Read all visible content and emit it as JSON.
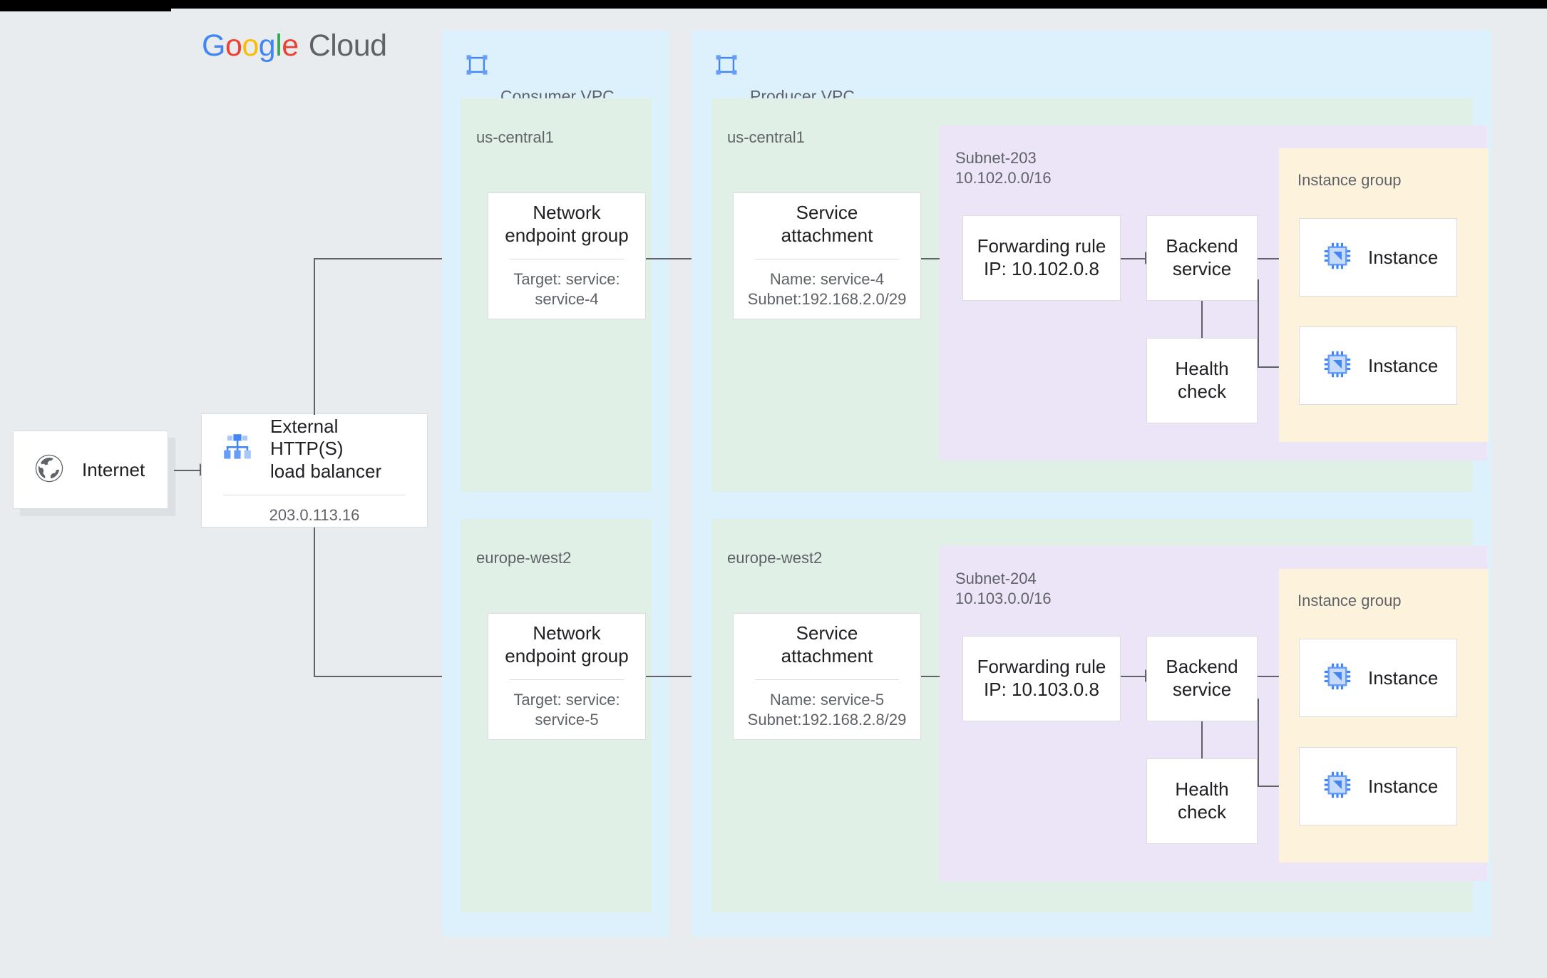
{
  "brand": {
    "g1": "G",
    "o1": "o",
    "o2": "o",
    "g2": "g",
    "l": "l",
    "e": "e",
    "cloud": "Cloud"
  },
  "internet": {
    "label": "Internet",
    "icon": "globe-icon"
  },
  "load_balancer": {
    "title_line1": "External HTTP(S)",
    "title_line2": "load balancer",
    "ip": "203.0.113.16",
    "icon": "load-balancer-icon"
  },
  "consumer_vpc": {
    "title": "Consumer VPC",
    "icon": "vpc-icon",
    "regions": [
      {
        "label": "us-central1",
        "neg": {
          "title_line1": "Network",
          "title_line2": "endpoint group",
          "sub_line1": "Target: service:",
          "sub_line2": "service-4"
        }
      },
      {
        "label": "europe-west2",
        "neg": {
          "title_line1": "Network",
          "title_line2": "endpoint group",
          "sub_line1": "Target: service:",
          "sub_line2": "service-5"
        }
      }
    ]
  },
  "producer_vpc": {
    "title": "Producer VPC",
    "icon": "vpc-icon",
    "regions": [
      {
        "label": "us-central1",
        "service_attachment": {
          "title_line1": "Service",
          "title_line2": "attachment",
          "sub_line1": "Name: service-4",
          "sub_line2": "Subnet:192.168.2.0/29"
        },
        "subnet": {
          "name": "Subnet-203",
          "cidr": "10.102.0.0/16",
          "forwarding_rule": {
            "line1": "Forwarding rule",
            "line2": "IP: 10.102.0.8"
          },
          "backend_service": {
            "line1": "Backend",
            "line2": "service"
          },
          "health_check": {
            "line1": "Health",
            "line2": "check"
          },
          "instance_group": {
            "label": "Instance group",
            "instances": [
              {
                "label": "Instance",
                "icon": "vm-instance-icon"
              },
              {
                "label": "Instance",
                "icon": "vm-instance-icon"
              }
            ]
          }
        }
      },
      {
        "label": "europe-west2",
        "service_attachment": {
          "title_line1": "Service",
          "title_line2": "attachment",
          "sub_line1": "Name: service-5",
          "sub_line2": "Subnet:192.168.2.8/29"
        },
        "subnet": {
          "name": "Subnet-204",
          "cidr": "10.103.0.0/16",
          "forwarding_rule": {
            "line1": "Forwarding rule",
            "line2": "IP: 10.103.0.8"
          },
          "backend_service": {
            "line1": "Backend",
            "line2": "service"
          },
          "health_check": {
            "line1": "Health",
            "line2": "check"
          },
          "instance_group": {
            "label": "Instance group",
            "instances": [
              {
                "label": "Instance",
                "icon": "vm-instance-icon"
              },
              {
                "label": "Instance",
                "icon": "vm-instance-icon"
              }
            ]
          }
        }
      }
    ]
  },
  "colors": {
    "page_background": "#e9ecef",
    "vpc_background": "#ddf1fd",
    "region_background": "#e1f0e7",
    "subnet_background": "#ece4f7",
    "instance_group_background": "#fdf3dc",
    "card_background": "#ffffff",
    "line": "#5f6368",
    "text_primary": "#202124",
    "text_secondary": "#5f6368",
    "google_blue": "#4285f4",
    "google_red": "#ea4335",
    "google_yellow": "#fbbc05",
    "google_green": "#34a853"
  }
}
